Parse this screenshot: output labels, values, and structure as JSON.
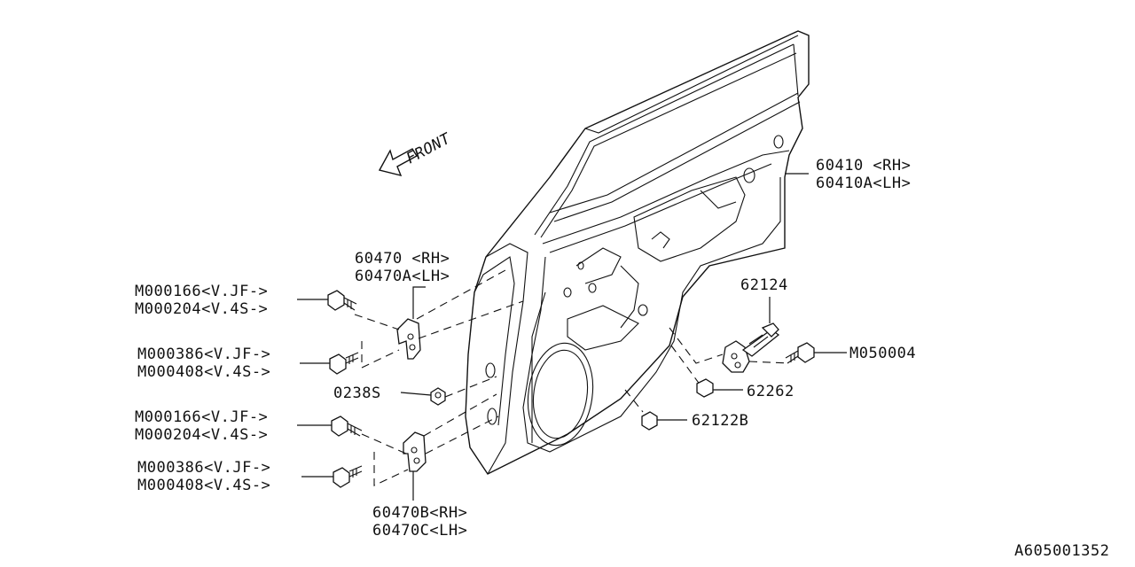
{
  "front_label": "FRONT",
  "diagram_id": "A605001352",
  "callouts": {
    "door_panel": [
      "60410 <RH>",
      "60410A<LH>"
    ],
    "upper_hinge": [
      "60470 <RH>",
      "60470A<LH>"
    ],
    "upper_bolt_a": [
      "M000166<V.JF->",
      "M000204<V.4S->"
    ],
    "upper_bolt_b": [
      "M000386<V.JF->",
      "M000408<V.4S->"
    ],
    "nut": "0238S",
    "lower_bolt_a": [
      "M000166<V.JF->",
      "M000204<V.4S->"
    ],
    "lower_bolt_b": [
      "M000386<V.JF->",
      "M000408<V.4S->"
    ],
    "lower_hinge": [
      "60470B<RH>",
      "60470C<LH>"
    ],
    "checker": "62124",
    "checker_bolt": "M050004",
    "stopper": "62262",
    "clip": "62122B"
  }
}
